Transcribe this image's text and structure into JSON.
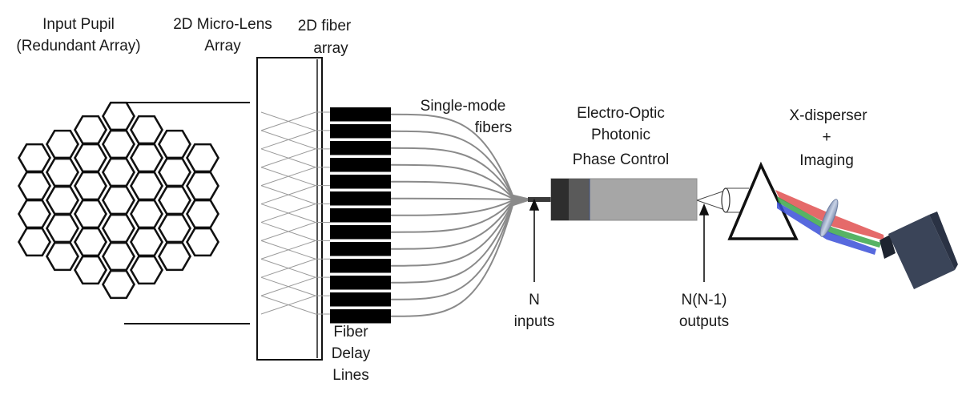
{
  "labels": {
    "input_pupil_1": "Input Pupil",
    "input_pupil_2": "(Redundant Array)",
    "microlens_1": "2D Micro-Lens",
    "microlens_2": "Array",
    "fiber_array_1": "2D fiber",
    "fiber_array_2": "array",
    "single_mode_1": "Single-mode",
    "single_mode_2": "fibers",
    "eo_1": "Electro-Optic",
    "eo_2": "Photonic",
    "eo_3": "Phase Control",
    "disperser_1": "X-disperser",
    "disperser_2": "+",
    "disperser_3": "Imaging",
    "delay_1": "Fiber",
    "delay_2": "Delay",
    "delay_3": "Lines",
    "n_inputs_1": "N",
    "n_inputs_2": "inputs",
    "outputs_1": "N(N-1)",
    "outputs_2": "outputs"
  },
  "colors": {
    "line": "#111111",
    "fiber_block": "#000000",
    "chip_dark": "#2e2e2e",
    "chip_mid": "#5a5a5a",
    "chip_body": "#a6a6a6",
    "camera": "#3a4458",
    "beam_red": "#e05050",
    "beam_green": "#3aa64a",
    "beam_blue": "#3a4fd8"
  }
}
